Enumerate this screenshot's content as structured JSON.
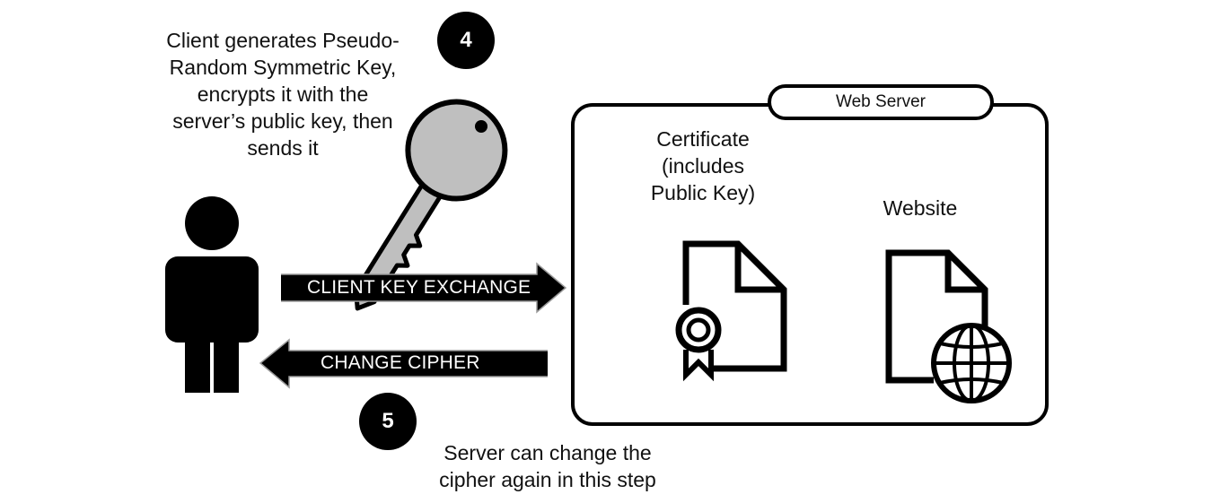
{
  "step4": {
    "badge": "4",
    "caption_lines": [
      "Client generates Pseudo-",
      "Random Symmetric Key,",
      "encrypts it with the",
      "server’s public key, then",
      "sends it"
    ]
  },
  "step5": {
    "badge": "5",
    "caption_lines": [
      "Server can change the",
      "cipher again in this step"
    ]
  },
  "arrows": {
    "client_key_exchange": "CLIENT KEY EXCHANGE",
    "change_cipher": "CHANGE CIPHER"
  },
  "server": {
    "title": "Web Server",
    "certificate_lines": [
      "Certificate",
      "(includes",
      "Public Key)"
    ],
    "website_label": "Website"
  },
  "icons": {
    "person": "person-icon",
    "key": "key-icon",
    "certificate": "certificate-document-icon",
    "website": "web-document-icon"
  },
  "colors": {
    "ink": "#000000",
    "key_fill": "#bfbfbf",
    "background": "#ffffff"
  }
}
